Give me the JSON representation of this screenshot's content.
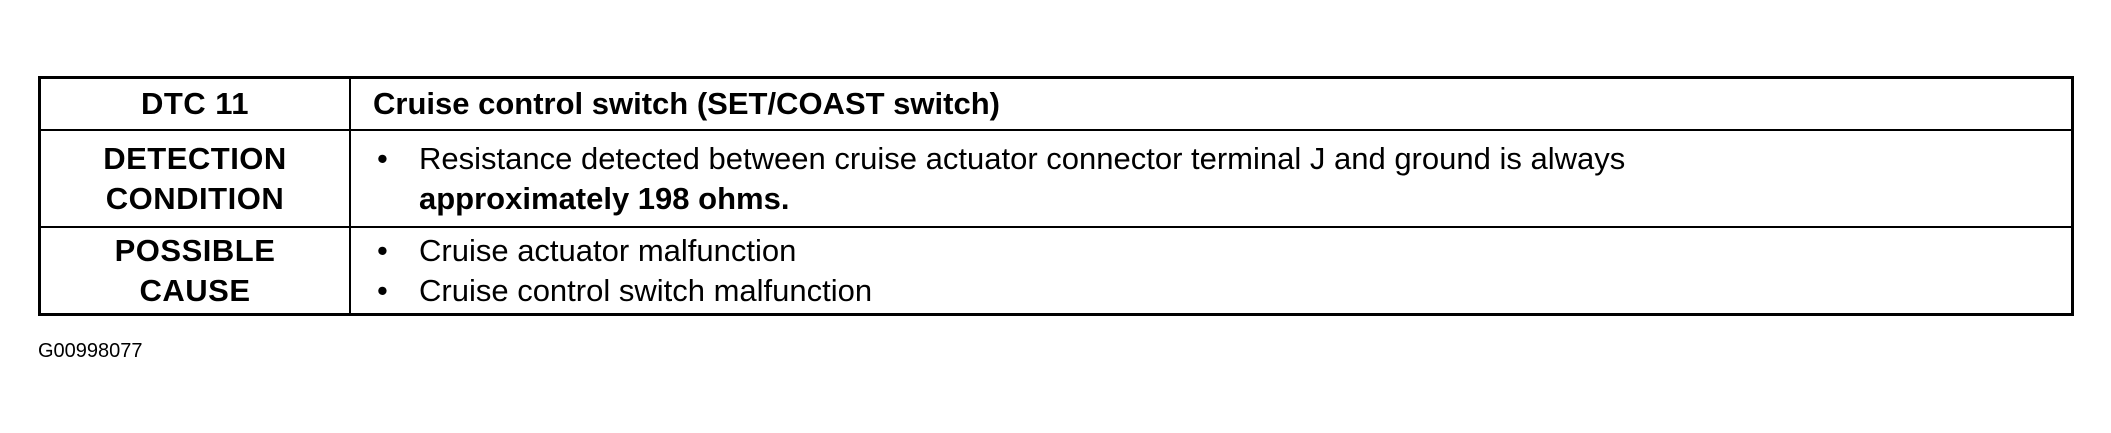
{
  "table": {
    "header": {
      "label": "DTC 11",
      "title": "Cruise control switch (SET/COAST switch)"
    },
    "detection": {
      "label_line1": "DETECTION",
      "label_line2": "CONDITION",
      "bullet_line1": "Resistance detected between cruise actuator connector terminal J and ground is always",
      "bullet_line2": "approximately 198 ohms."
    },
    "cause": {
      "label_line1": "POSSIBLE",
      "label_line2": "CAUSE",
      "items": [
        "Cruise actuator malfunction",
        "Cruise control switch malfunction"
      ]
    }
  },
  "bullet_glyph": "•",
  "figure_id": "G00998077"
}
